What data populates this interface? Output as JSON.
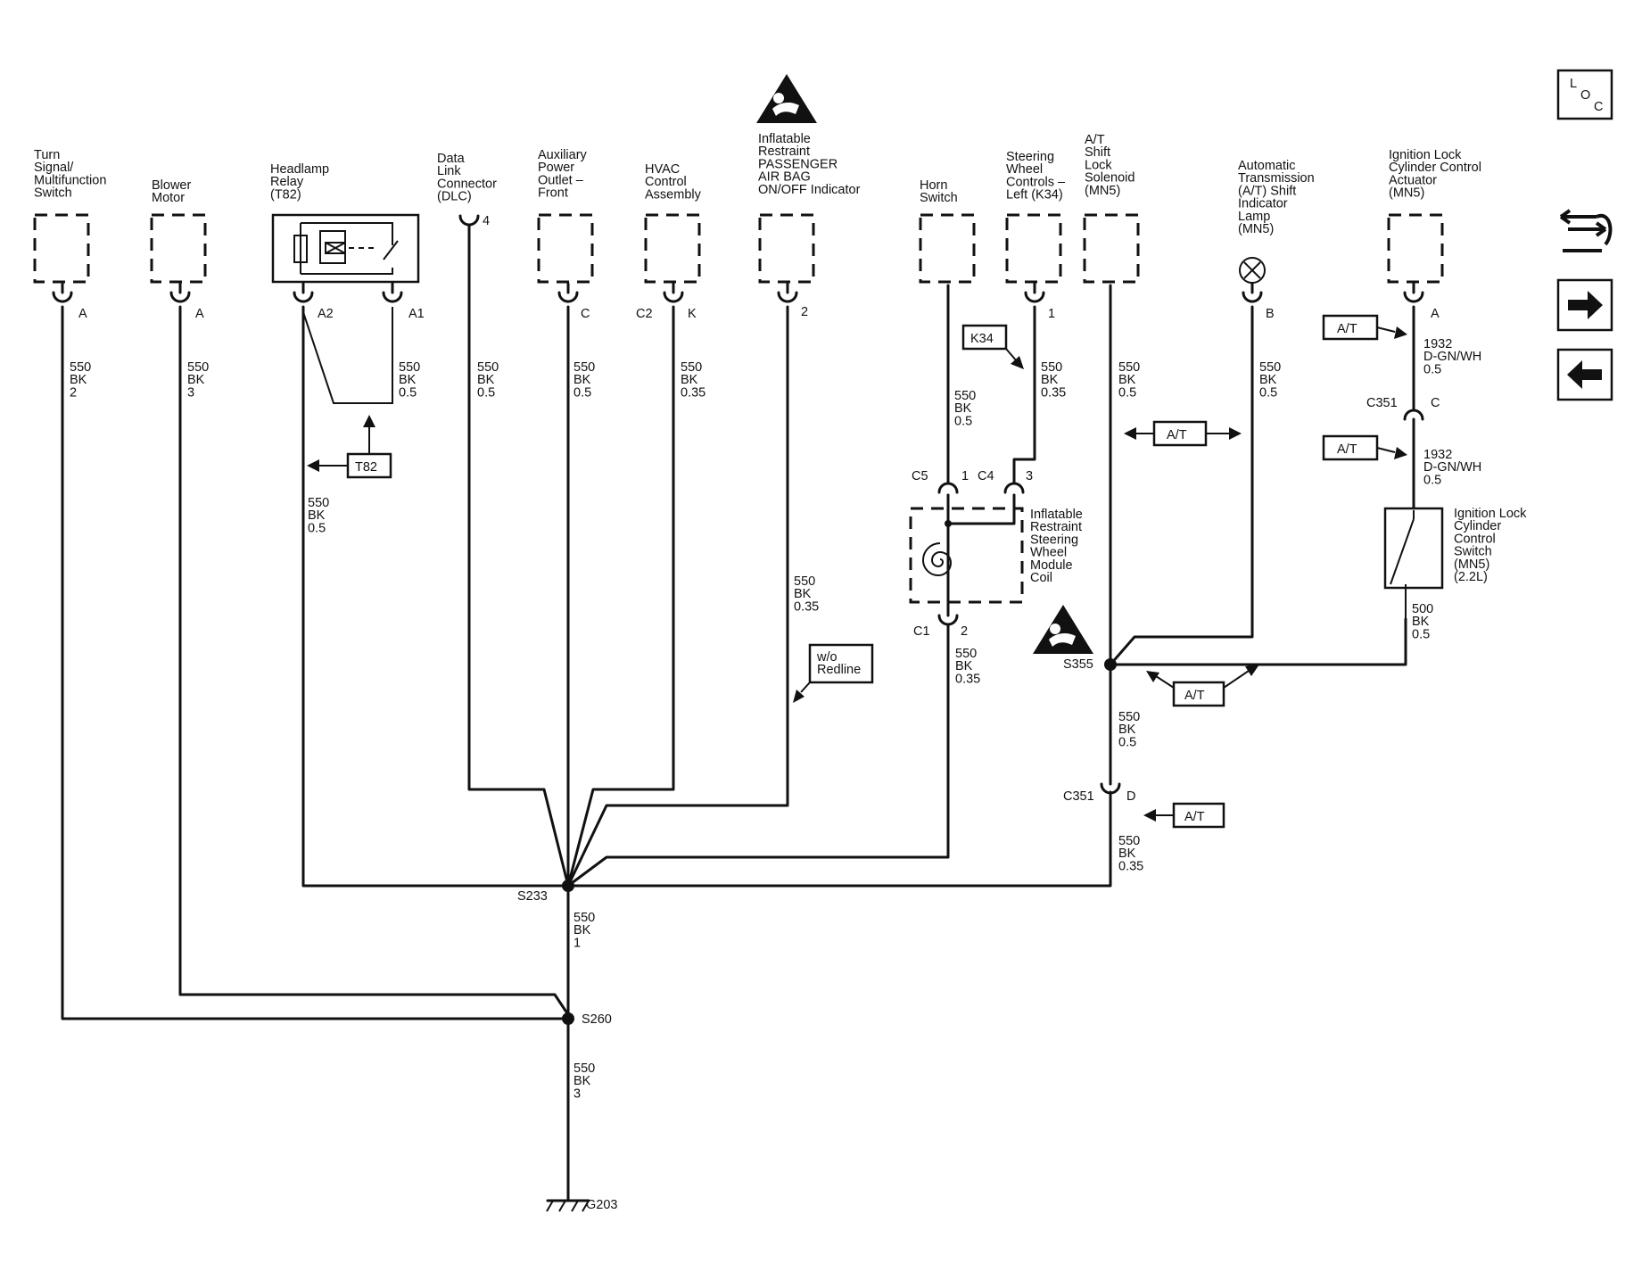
{
  "components": {
    "turn_signal": [
      "Turn",
      "Signal/",
      "Multifunction",
      "Switch"
    ],
    "blower_motor": [
      "Blower",
      "Motor"
    ],
    "headlamp_relay": [
      "Headlamp",
      "Relay",
      "(T82)"
    ],
    "dlc": [
      "Data",
      "Link",
      "Connector",
      "(DLC)"
    ],
    "aux_power": [
      "Auxiliary",
      "Power",
      "Outlet –",
      "Front"
    ],
    "hvac": [
      "HVAC",
      "Control",
      "Assembly"
    ],
    "airbag_indicator": [
      "Inflatable",
      "Restraint",
      "PASSENGER",
      "AIR BAG",
      "ON/OFF Indicator"
    ],
    "horn_switch": [
      "Horn",
      "Switch"
    ],
    "steering_controls": [
      "Steering",
      "Wheel",
      "Controls –",
      "Left (K34)"
    ],
    "at_solenoid": [
      "A/T",
      "Shift",
      "Lock",
      "Solenoid",
      "(MN5)"
    ],
    "at_lamp": [
      "Automatic",
      "Transmission",
      "(A/T) Shift",
      "Indicator",
      "Lamp",
      "(MN5)"
    ],
    "ign_actuator": [
      "Ignition Lock",
      "Cylinder Control",
      "Actuator",
      "(MN5)"
    ],
    "coil": [
      "Inflatable",
      "Restraint",
      "Steering",
      "Wheel",
      "Module",
      "Coil"
    ],
    "ign_switch": [
      "Ignition Lock",
      "Cylinder",
      "Control",
      "Switch",
      "(MN5)",
      "(2.2L)"
    ]
  },
  "pins": {
    "turn_signal": "A",
    "blower": "A",
    "relay_a2": "A2",
    "relay_a1": "A1",
    "dlc": "4",
    "aux": "C",
    "hvac_conn": "C2",
    "hvac_pin": "K",
    "airbag": "2",
    "steering": "1",
    "at_lamp": "B",
    "actuator": "A",
    "c5": "C5",
    "c5_pin": "1",
    "c4": "C4",
    "c4_pin": "3",
    "c1": "C1",
    "c1_pin": "2",
    "c351_top": "C351",
    "c351_top_pin": "C",
    "c351_bot": "C351",
    "c351_bot_pin": "D"
  },
  "wires": {
    "turn_signal": [
      "550",
      "BK",
      "2"
    ],
    "blower": [
      "550",
      "BK",
      "3"
    ],
    "relay_a1": [
      "550",
      "BK",
      "0.5"
    ],
    "relay_a2": [
      "550",
      "BK",
      "0.5"
    ],
    "dlc": [
      "550",
      "BK",
      "0.5"
    ],
    "aux": [
      "550",
      "BK",
      "0.5"
    ],
    "hvac": [
      "550",
      "BK",
      "0.35"
    ],
    "airbag": [
      "550",
      "BK",
      "0.35"
    ],
    "horn": [
      "550",
      "BK",
      "0.5"
    ],
    "steering": [
      "550",
      "BK",
      "0.35"
    ],
    "solenoid": [
      "550",
      "BK",
      "0.5"
    ],
    "lamp": [
      "550",
      "BK",
      "0.5"
    ],
    "coil_out": [
      "550",
      "BK",
      "0.35"
    ],
    "actuator": [
      "1932",
      "D-GN/WH",
      "0.5"
    ],
    "actuator2": [
      "1932",
      "D-GN/WH",
      "0.5"
    ],
    "ign_switch": [
      "500",
      "BK",
      "0.5"
    ],
    "s355_down": [
      "550",
      "BK",
      "0.5"
    ],
    "c351_down": [
      "550",
      "BK",
      "0.35"
    ],
    "s233_down": [
      "550",
      "BK",
      "1"
    ],
    "s260_down": [
      "550",
      "BK",
      "3"
    ]
  },
  "splices": {
    "s233": "S233",
    "s260": "S260",
    "s355": "S355",
    "ground": "G203"
  },
  "tags": {
    "t82": "T82",
    "k34": "K34",
    "at": "A/T",
    "redline": [
      "w/o",
      "Redline"
    ]
  },
  "nav": {
    "loc": [
      "L",
      "O",
      "C"
    ]
  }
}
